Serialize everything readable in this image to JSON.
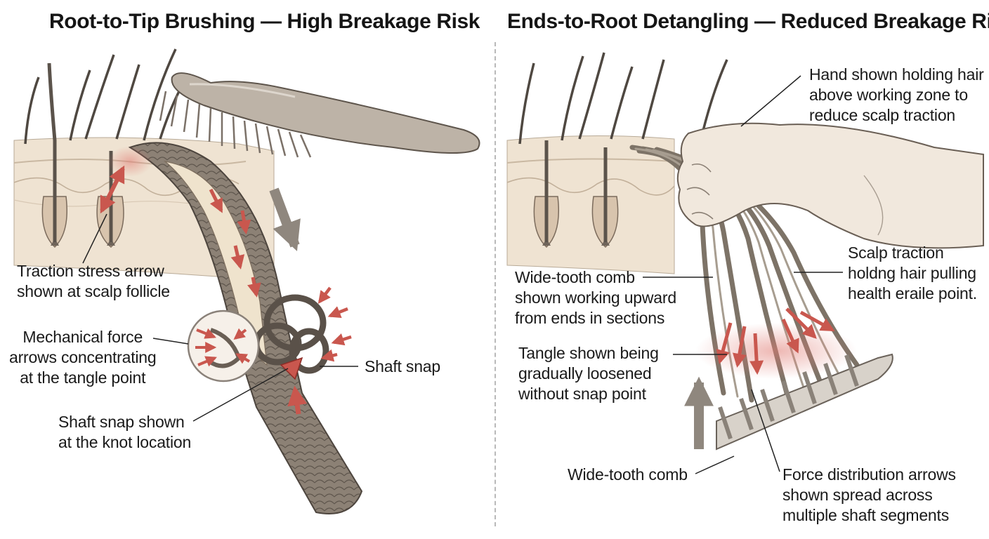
{
  "left_panel": {
    "title": "Root-to-Tip Brushing — High Breakage Risk",
    "labels": {
      "traction": [
        "Traction stress arrow",
        "shown at scalp follicle"
      ],
      "mechanical": [
        "Mechanical force",
        "arrows concentrating",
        "at the tangle point"
      ],
      "shaft_snap": "Shaft snap",
      "snap_location": [
        "Shaft snap shown",
        "at the knot location"
      ]
    }
  },
  "right_panel": {
    "title": "Ends-to-Root Detangling — Reduced Breakage Risk",
    "labels": {
      "hand": [
        "Hand shown holding hair",
        "above working zone to",
        "reduce scalp traction"
      ],
      "scalp_traction": [
        "Scalp traction",
        "holdng hair pulling",
        "health eraile point."
      ],
      "comb_upward": [
        "Wide-tooth comb",
        "shown working upward",
        "from ends in sections"
      ],
      "tangle_loosened": [
        "Tangle shown being",
        "gradually loosened",
        "without snap point"
      ],
      "comb": "Wide-tooth comb",
      "force_distribution": [
        "Force distribution arrows",
        "shown spread across",
        "multiple shaft segments"
      ]
    }
  },
  "colors": {
    "skin": "#efe3d2",
    "follicle": "#6f645a",
    "hair": "#8a8072",
    "brush": "#bdb3a7",
    "stress_red": "#c9574e",
    "line": "#222222"
  }
}
